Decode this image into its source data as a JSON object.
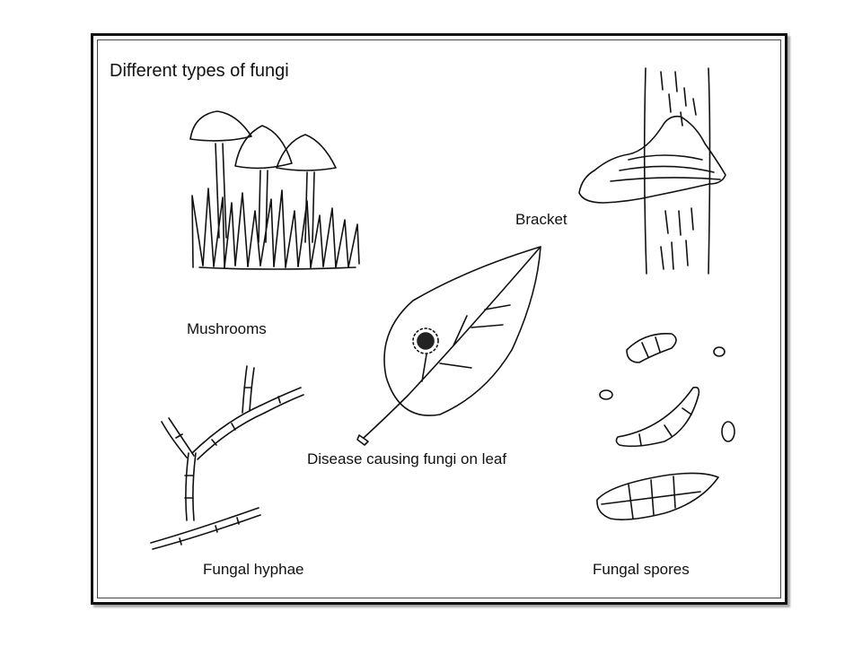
{
  "diagram": {
    "title": "Different types of fungi",
    "labels": {
      "mushrooms": "Mushrooms",
      "bracket": "Bracket",
      "leaf": "Disease causing fungi on leaf",
      "hyphae": "Fungal hyphae",
      "spores": "Fungal spores"
    }
  }
}
